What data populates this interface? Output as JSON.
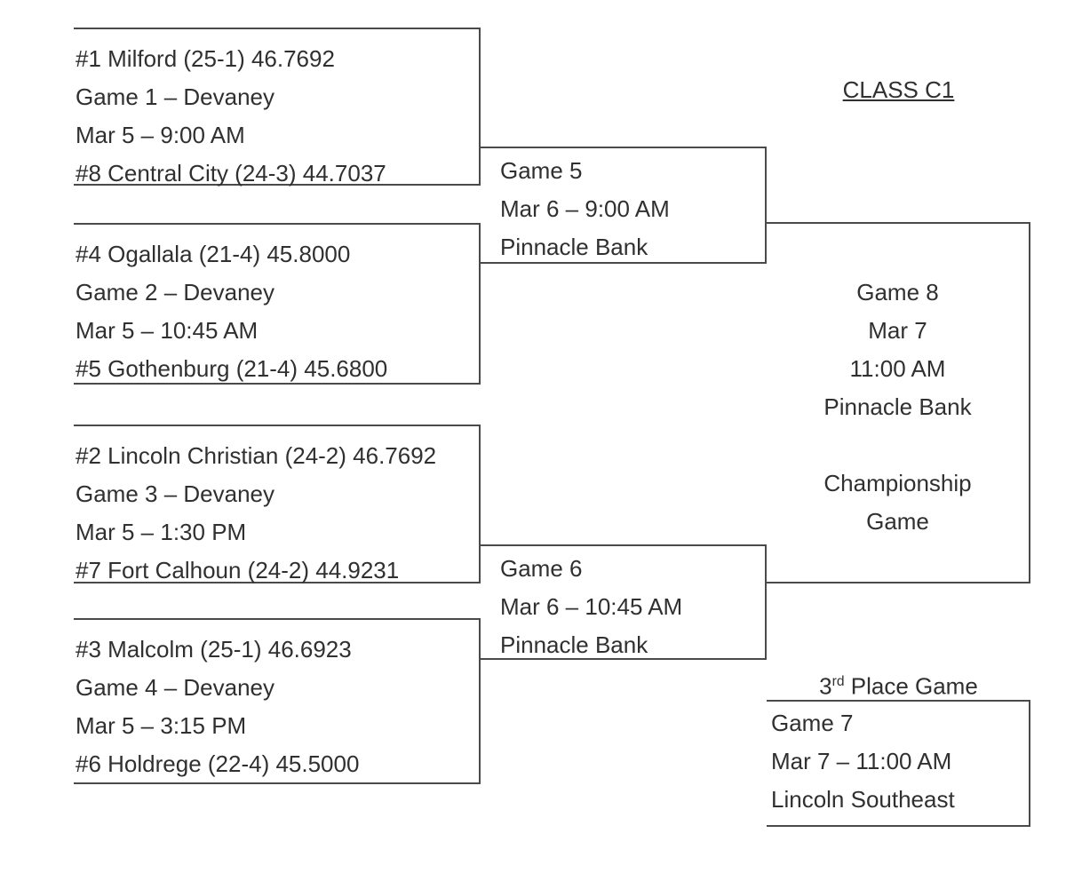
{
  "title": "CLASS C1",
  "colors": {
    "background": "#ffffff",
    "line": "#4a4a4a",
    "text": "#303030"
  },
  "bracket": {
    "round1": [
      {
        "top_team": "#1 Milford (25-1) 46.7692",
        "game": "Game 1 – Devaney",
        "datetime": "Mar 5 – 9:00 AM",
        "bottom_team": "#8 Central City (24-3) 44.7037"
      },
      {
        "top_team": "#4 Ogallala (21-4) 45.8000",
        "game": "Game 2 – Devaney",
        "datetime": "Mar 5 – 10:45 AM",
        "bottom_team": "#5 Gothenburg (21-4) 45.6800"
      },
      {
        "top_team": "#2 Lincoln Christian (24-2) 46.7692",
        "game": "Game 3 – Devaney",
        "datetime": "Mar 5 – 1:30 PM",
        "bottom_team": "#7 Fort Calhoun (24-2) 44.9231"
      },
      {
        "top_team": "#3 Malcolm (25-1) 46.6923",
        "game": "Game 4 – Devaney",
        "datetime": "Mar 5 – 3:15 PM",
        "bottom_team": "#6 Holdrege (22-4) 45.5000"
      }
    ],
    "semifinals": [
      {
        "game": "Game 5",
        "datetime": "Mar 6 – 9:00 AM",
        "venue": "Pinnacle Bank"
      },
      {
        "game": "Game 6",
        "datetime": "Mar 6 – 10:45 AM",
        "venue": "Pinnacle Bank"
      }
    ],
    "championship": {
      "game": "Game 8",
      "date": "Mar 7",
      "time": "11:00 AM",
      "venue": "Pinnacle Bank",
      "label_line1": "Championship",
      "label_line2": "Game"
    },
    "third_place": {
      "heading_number": "3",
      "heading_ordinal": "rd",
      "heading_rest": " Place Game",
      "game": "Game 7",
      "datetime": "Mar 7 – 11:00 AM",
      "venue": "Lincoln Southeast"
    }
  }
}
